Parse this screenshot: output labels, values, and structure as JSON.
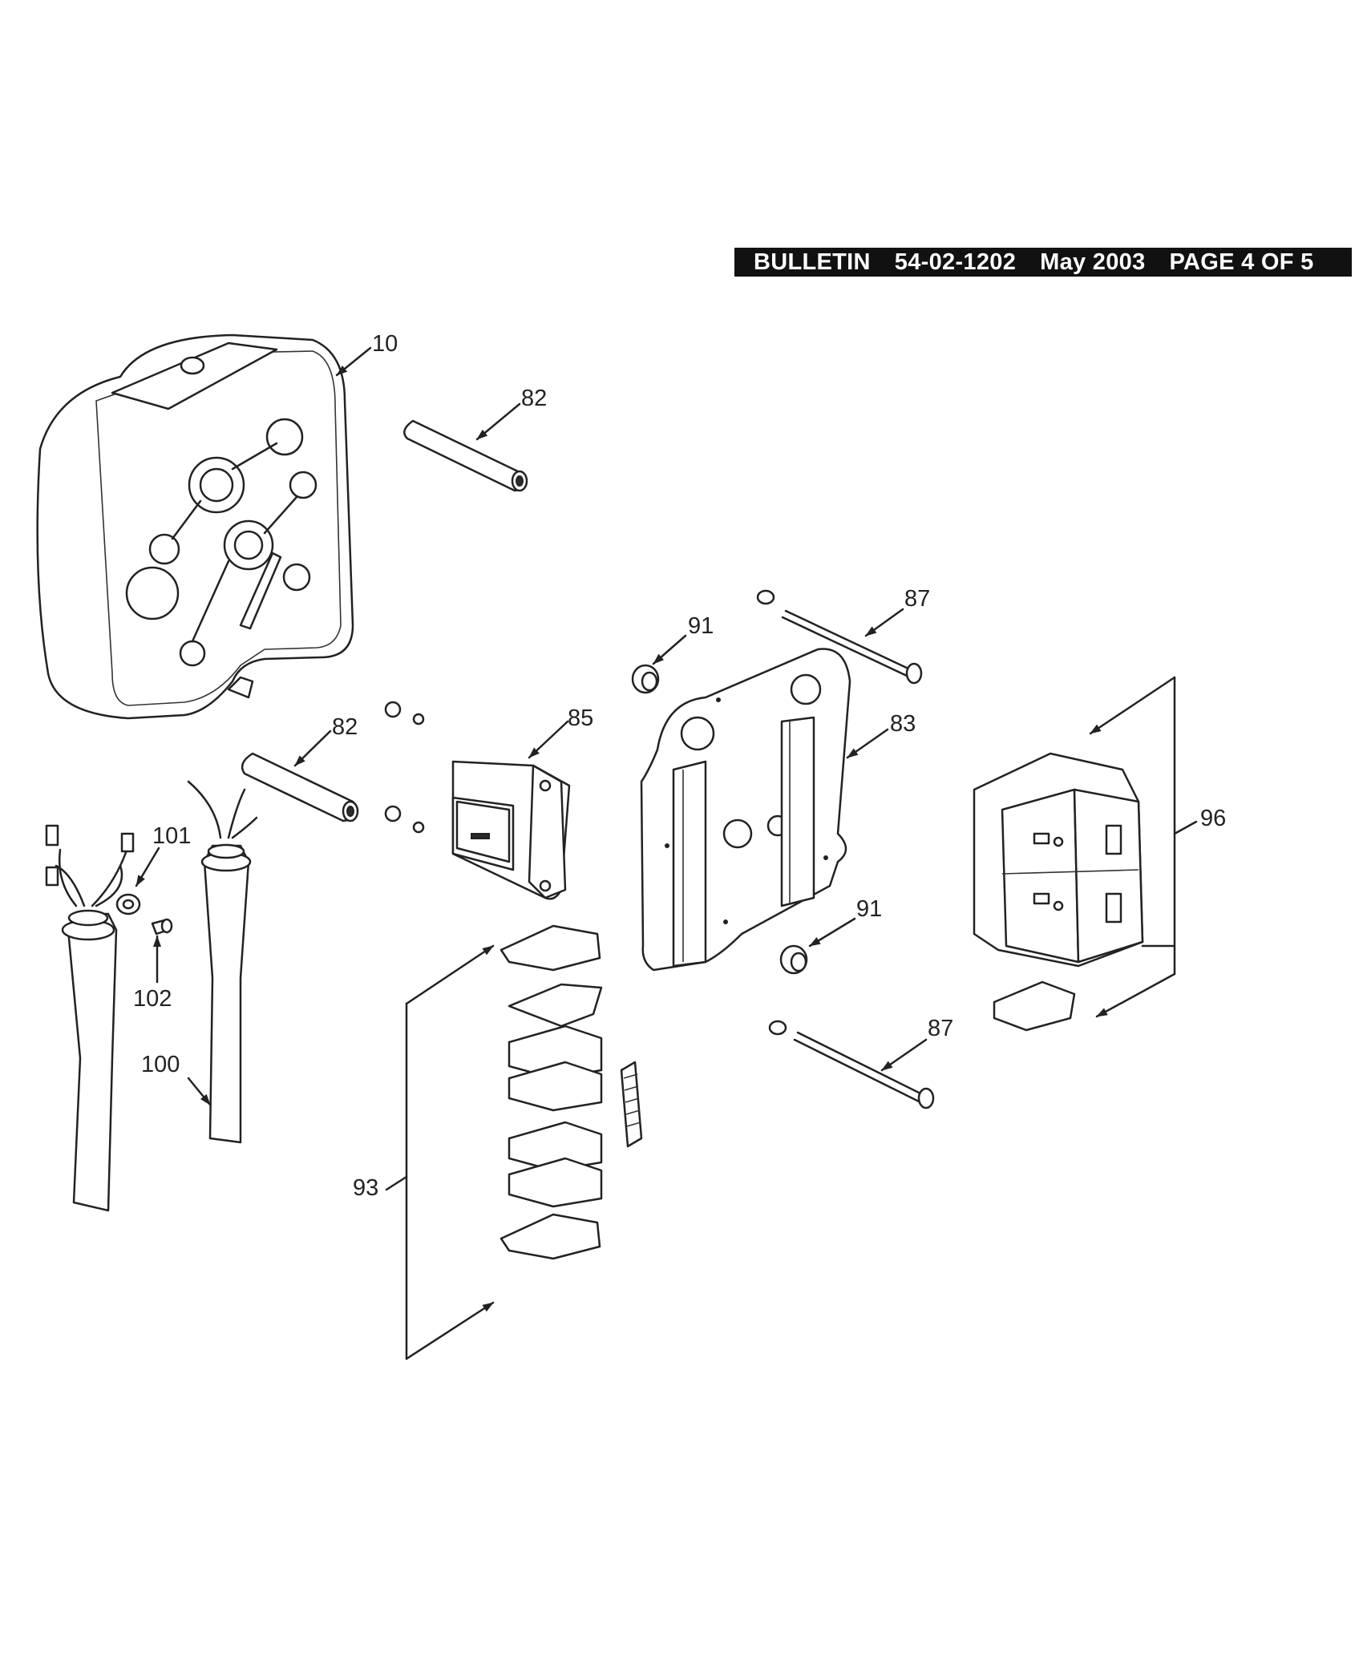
{
  "header": {
    "bulletin_label": "BULLETIN",
    "bulletin_number": "54-02-1202",
    "date": "May 2003",
    "page": "PAGE 4 OF 5"
  },
  "callouts": {
    "c10": "10",
    "c82_top": "82",
    "c82_mid": "82",
    "c87_top": "87",
    "c87_bottom": "87",
    "c91_top": "91",
    "c91_mid": "91",
    "c85": "85",
    "c83": "83",
    "c96": "96",
    "c101": "101",
    "c102": "102",
    "c100": "100",
    "c93": "93"
  },
  "colors": {
    "ink": "#222222",
    "header_bg": "#111111",
    "header_text": "#ffffff"
  }
}
